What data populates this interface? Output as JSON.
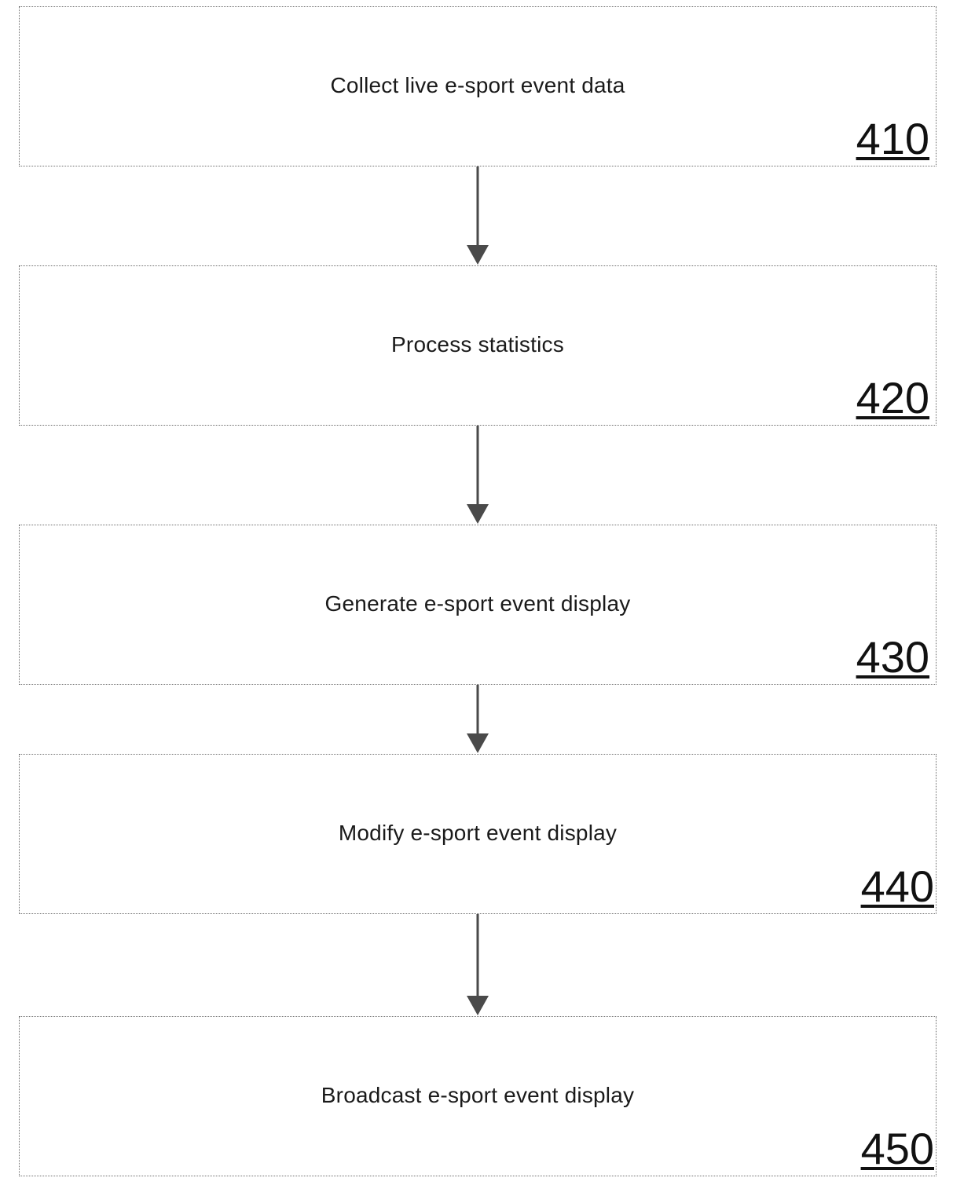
{
  "flowchart": {
    "steps": [
      {
        "label": "Collect live e-sport event data",
        "ref": "410"
      },
      {
        "label": "Process statistics",
        "ref": "420"
      },
      {
        "label": "Generate e-sport event display",
        "ref": "430"
      },
      {
        "label": "Modify e-sport event display",
        "ref": "440"
      },
      {
        "label": "Broadcast e-sport event display",
        "ref": "450"
      }
    ]
  },
  "colors": {
    "border": "#6e6e6e",
    "arrow": "#4a4a4a",
    "text": "#1a1a1a"
  }
}
